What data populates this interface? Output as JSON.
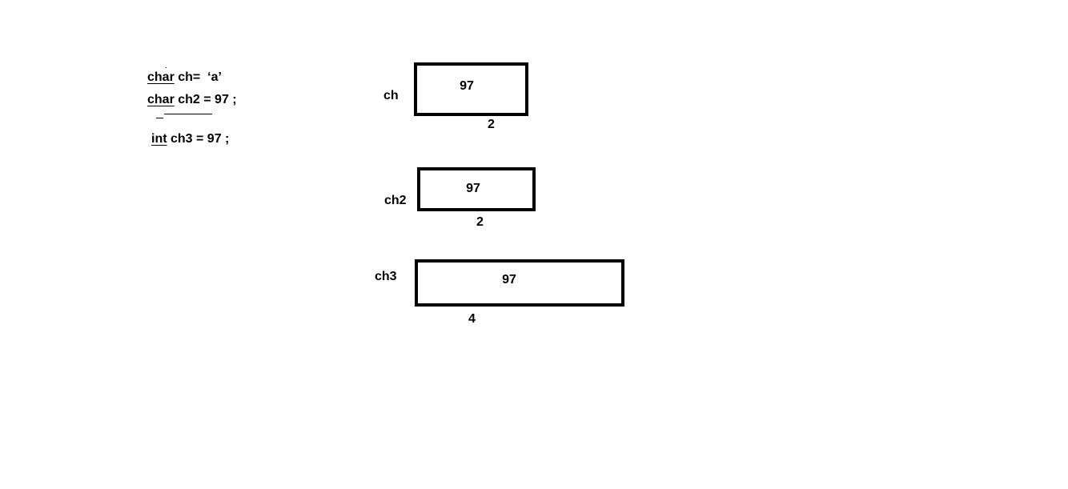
{
  "code": {
    "line1": {
      "keyword": "char",
      "rest": " ch=  ‘a’"
    },
    "line2": {
      "keyword": "char",
      "rest": " ch2 = 97 ;"
    },
    "line3": {
      "keyword": "int",
      "rest": " ch3 = 97 ;"
    }
  },
  "variables": [
    {
      "name": "ch",
      "value": "97",
      "size": "2"
    },
    {
      "name": "ch2",
      "value": "97",
      "size": "2"
    },
    {
      "name": "ch3",
      "value": "97",
      "size": "4"
    }
  ]
}
